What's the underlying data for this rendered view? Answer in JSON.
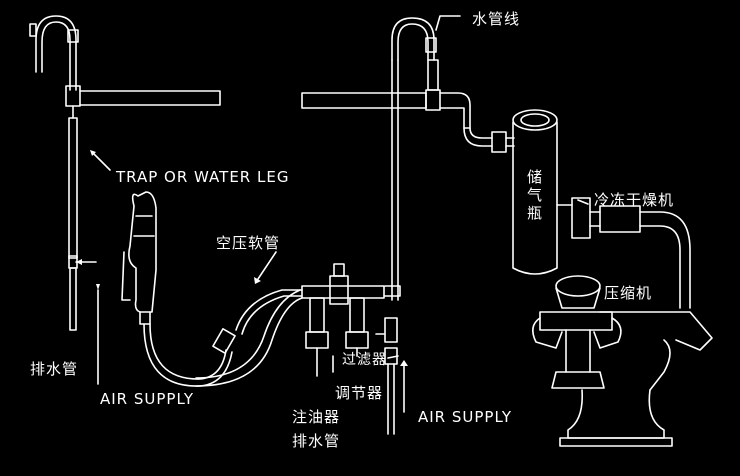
{
  "labels": {
    "water_pipe": "水管线",
    "trap": "TRAP OR WATER LEG",
    "receiver_tank": "储气瓶",
    "air_hose": "空压软管",
    "dryer": "冷冻干燥机",
    "compressor": "压缩机",
    "drain_left": "排水管",
    "filter": "过滤器",
    "regulator": "调节器",
    "air_supply_left": "AIR SUPPLY",
    "lubricator": "注油器",
    "drain_right": "排水管",
    "air_supply_right": "AIR SUPPLY"
  },
  "colors": {
    "background": "#000000",
    "line": "#ffffff"
  }
}
